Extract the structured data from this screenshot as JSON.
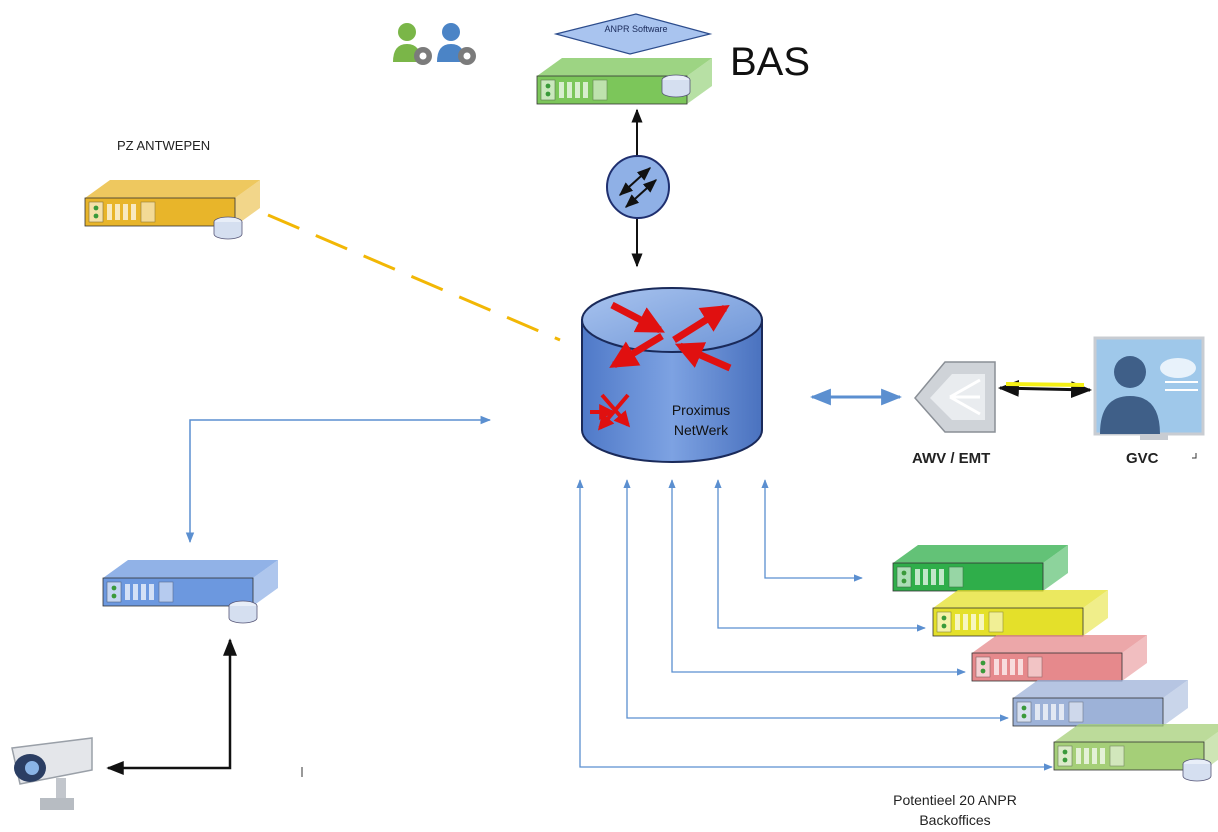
{
  "labels": {
    "bas": "BAS",
    "pz": "PZ ANTWEPEN",
    "awv": "AWV / EMT",
    "gvc": "GVC",
    "potentieel": "Potentieel 20 ANPR Backoffices",
    "proximus": "Proximus NetWerk",
    "anpr": "ANPR Software"
  },
  "colors": {
    "link_blue": "#5b8fd0",
    "dashed_orange": "#f2b705",
    "bas_server": "#7cc65a",
    "pz_server": "#e8b52a",
    "local_server": "#6c98df",
    "backoffice_servers": [
      "#2fae4a",
      "#e4e02a",
      "#e6898c",
      "#9db2d8",
      "#a5cf78"
    ]
  }
}
